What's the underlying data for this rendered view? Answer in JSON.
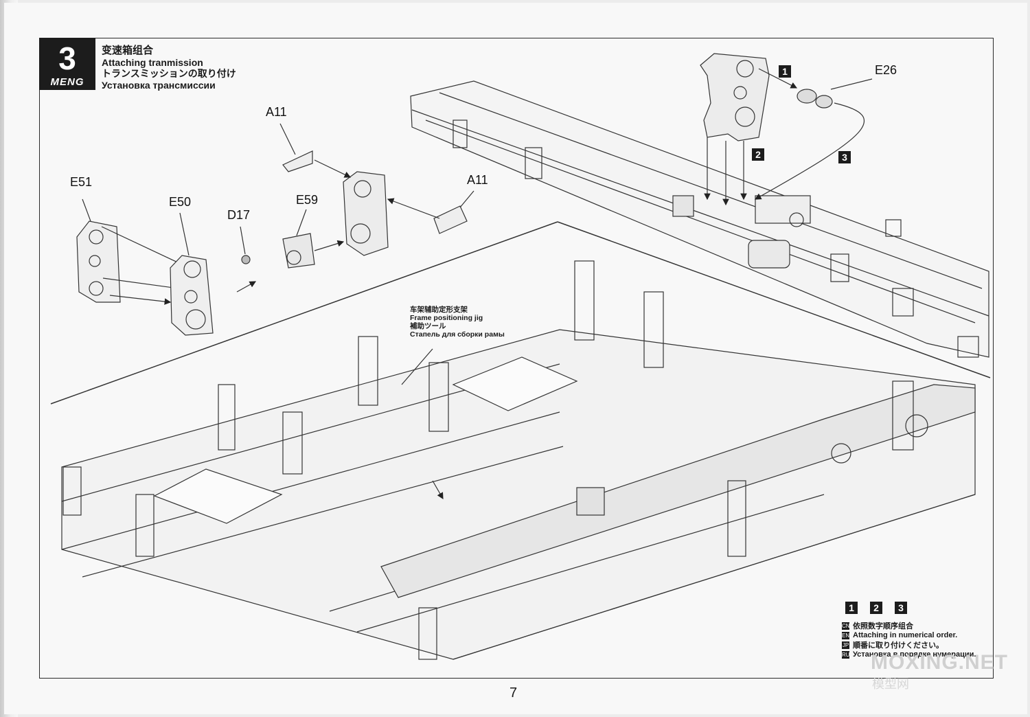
{
  "step": {
    "number": "3",
    "brand": "MENG",
    "title_cn": "变速箱组合",
    "title_en": "Attaching tranmission",
    "title_jp": "トランスミッションの取り付け",
    "title_ru": "Установка трансмиссии"
  },
  "parts": {
    "a11_top": "A11",
    "a11_right": "A11",
    "e51": "E51",
    "e50": "E50",
    "d17": "D17",
    "e59": "E59",
    "e26": "E26"
  },
  "sequence_markers": [
    "1",
    "2",
    "3"
  ],
  "jig_note": {
    "cn": "车架辅助定形支架",
    "en": "Frame positioning jig",
    "jp": "補助ツール",
    "ru": "Стапель для  сборки рамы"
  },
  "legend": {
    "boxes": [
      "1",
      "2",
      "3"
    ],
    "lines": [
      {
        "glyph": "CN",
        "text": "依照数字顺序组合"
      },
      {
        "glyph": "EN",
        "text": "Attaching in numerical order."
      },
      {
        "glyph": "JP",
        "text": "順番に取り付けください。"
      },
      {
        "glyph": "RU",
        "text": "Установка в порядке нумерации."
      }
    ]
  },
  "page_number": "7",
  "watermark": {
    "main": "MOXING.NET",
    "sub": "模型网"
  }
}
